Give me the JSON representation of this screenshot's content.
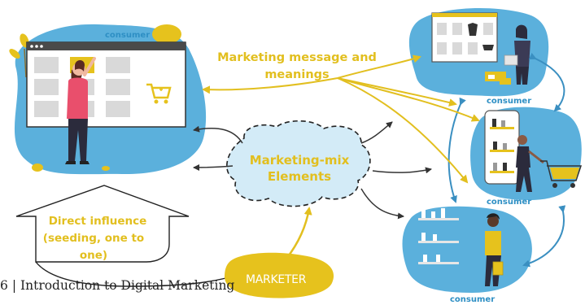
{
  "labels": {
    "consumer_main": "consumer",
    "consumer_top_right": "consumer",
    "consumer_mid_right": "consumer",
    "consumer_bottom_right": "consumer",
    "marketing_message_line1": "Marketing message and",
    "marketing_message_line2": "meanings",
    "marketing_mix_line1": "Marketing-mix",
    "marketing_mix_line2": "Elements",
    "direct_influence_line1": "Direct influence",
    "direct_influence_line2": "(seeding, one to",
    "direct_influence_line3": "one)",
    "marketer": "MARKETER"
  },
  "footer": {
    "page_number": "6",
    "separator": "|",
    "title": "Introduction to Digital Marketing"
  },
  "colors": {
    "blob_blue": "#5bb0dc",
    "cloud_fill": "#d3ebf7",
    "accent_yellow": "#e2bf1f",
    "marketer_blob": "#e6c21d",
    "text_dark": "#222222"
  }
}
